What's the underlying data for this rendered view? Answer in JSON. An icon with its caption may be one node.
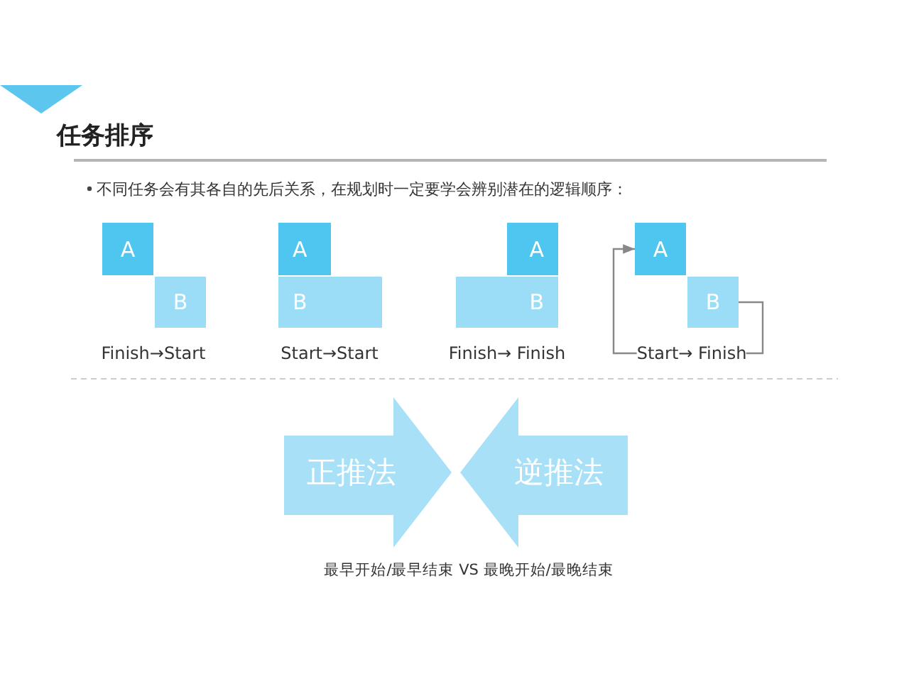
{
  "diagram": {
    "title": "任务排序",
    "nodes": [
      {
        "text": [
          "A"
        ]
      },
      {
        "text": [
          "B"
        ]
      },
      {
        "text": [
          "A"
        ]
      },
      {
        "text": [
          "B"
        ]
      },
      {
        "text": [
          "A"
        ]
      },
      {
        "text": [
          "B"
        ]
      },
      {
        "text": [
          "A"
        ]
      },
      {
        "text": [
          "B"
        ]
      },
      {
        "text": [
          "正推法"
        ]
      },
      {
        "text": [
          "逆推法"
        ]
      }
    ],
    "edges": [
      {
        "from": 7,
        "to": 6,
        "arrow": "to"
      }
    ],
    "labels": [
      "不同任务会有其各自的先后关系，在规划时一定要学会辨别潜在的逻辑顺序：",
      "Finish→Start",
      "Start→Start",
      "Finish→ Finish",
      "Start→ Finish",
      "最早开始/最早结束 VS 最晚开始/最晚结束"
    ]
  }
}
